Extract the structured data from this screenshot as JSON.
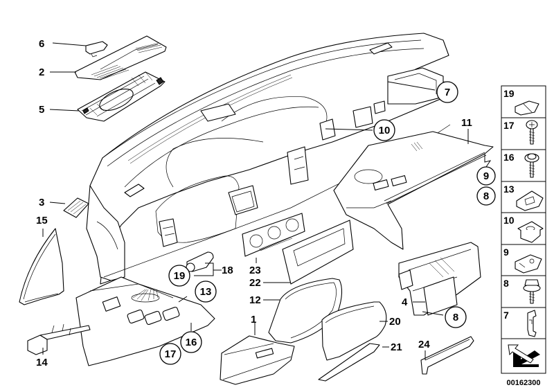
{
  "diagram": {
    "title": "Dashboard trim exploded parts diagram",
    "reference_number": "00162300",
    "callouts": [
      {
        "id": "c6",
        "label": "6",
        "style": "plain"
      },
      {
        "id": "c2",
        "label": "2",
        "style": "plain"
      },
      {
        "id": "c5",
        "label": "5",
        "style": "plain"
      },
      {
        "id": "c3",
        "label": "3",
        "style": "plain"
      },
      {
        "id": "c15",
        "label": "15",
        "style": "plain"
      },
      {
        "id": "c14",
        "label": "14",
        "style": "plain"
      },
      {
        "id": "c7",
        "label": "7",
        "style": "circled"
      },
      {
        "id": "c10",
        "label": "10",
        "style": "circled"
      },
      {
        "id": "c11",
        "label": "11",
        "style": "plain"
      },
      {
        "id": "c9",
        "label": "9",
        "style": "circled"
      },
      {
        "id": "c8a",
        "label": "8",
        "style": "circled"
      },
      {
        "id": "c19",
        "label": "19",
        "style": "circled"
      },
      {
        "id": "c18",
        "label": "18",
        "style": "plain"
      },
      {
        "id": "c13",
        "label": "13",
        "style": "circled"
      },
      {
        "id": "c16",
        "label": "16",
        "style": "circled"
      },
      {
        "id": "c17",
        "label": "17",
        "style": "circled"
      },
      {
        "id": "c23",
        "label": "23",
        "style": "plain"
      },
      {
        "id": "c22",
        "label": "22",
        "style": "plain"
      },
      {
        "id": "c12",
        "label": "12",
        "style": "plain"
      },
      {
        "id": "c1",
        "label": "1",
        "style": "plain"
      },
      {
        "id": "c20",
        "label": "20",
        "style": "plain"
      },
      {
        "id": "c21",
        "label": "21",
        "style": "plain"
      },
      {
        "id": "c4",
        "label": "4",
        "style": "plain"
      },
      {
        "id": "c8b",
        "label": "8",
        "style": "circled"
      },
      {
        "id": "c24",
        "label": "24",
        "style": "plain"
      }
    ]
  },
  "legend": {
    "items": [
      {
        "number": "19",
        "part": "clip-icon"
      },
      {
        "number": "17",
        "part": "pan-head-screw-icon"
      },
      {
        "number": "16",
        "part": "washer-screw-icon"
      },
      {
        "number": "13",
        "part": "clip-nut-icon"
      },
      {
        "number": "10",
        "part": "square-nut-icon"
      },
      {
        "number": "9",
        "part": "spring-nut-icon"
      },
      {
        "number": "8",
        "part": "hex-bolt-icon"
      },
      {
        "number": "7",
        "part": "bracket-clip-icon"
      },
      {
        "number": "",
        "part": "direction-arrow-icon"
      }
    ]
  }
}
